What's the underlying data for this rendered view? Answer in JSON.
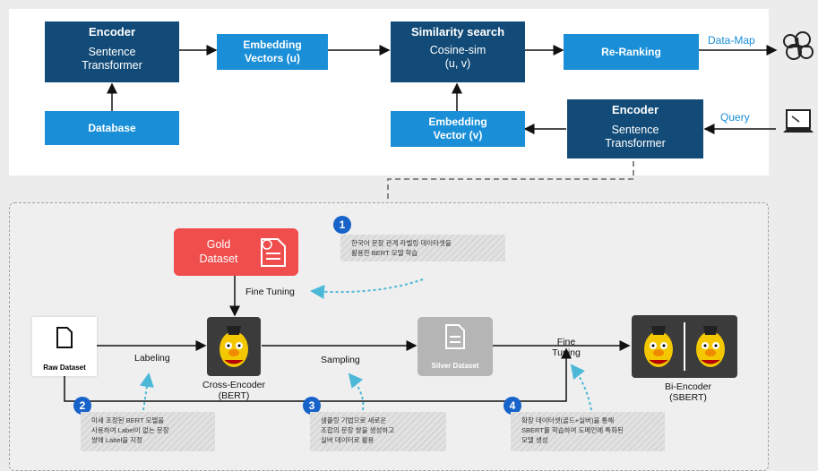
{
  "pipeline": {
    "encoder1": {
      "title": "Encoder",
      "subtitle": "Sentence\nTransformer"
    },
    "database": "Database",
    "embedding_u": "Embedding\nVectors (u)",
    "similarity": {
      "title": "Similarity search",
      "subtitle": "Cosine-sim\n(u, v)"
    },
    "reranking": "Re-Ranking",
    "datamap_label": "Data-Map",
    "embedding_v": "Embedding\nVector (v)",
    "encoder2": {
      "title": "Encoder",
      "subtitle": "Sentence\nTransformer"
    },
    "query_label": "Query"
  },
  "training": {
    "gold": "Gold\nDataset",
    "fine_tuning_1": "Fine Tuning",
    "raw": "Raw Dataset",
    "labeling": "Labeling",
    "cross_encoder": "Cross-Encoder\n(BERT)",
    "sampling": "Sampling",
    "silver": "Silver Dataset",
    "fine_tuning_2": "Fine\nTuning",
    "bi_encoder": "Bi-Encoder\n(SBERT)",
    "notes": [
      {
        "num": "1",
        "text": "한국어 문장 관계 라벨링 데이터셋을\n활용한 BERT 모델 학습"
      },
      {
        "num": "2",
        "text": "미세 조정된 BERT 모델을\n사용하여 Label이 없는 문장\n쌍에 Label을 지정"
      },
      {
        "num": "3",
        "text": "샘플링 기법으로 새로운\n조합의 문장 쌍을 생성하고\n실버 데이터로 활용"
      },
      {
        "num": "4",
        "text": "확장 데이터셋(골드+실버)을 통해\nSBERT를 학습하여 도메인에 특화된\n모델 생성"
      }
    ]
  },
  "colors": {
    "dark_blue": "#124b78",
    "light_blue": "#1a8fd8",
    "gold": "#f04d4d",
    "silver": "#b5b5b5",
    "badge": "#1763c9"
  }
}
